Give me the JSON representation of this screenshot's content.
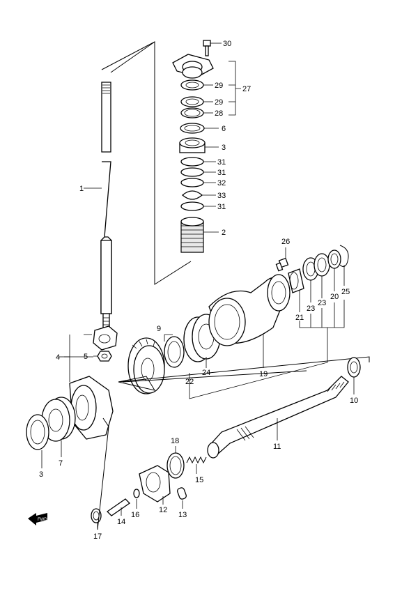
{
  "diagram": {
    "callouts": {
      "c1": "1",
      "c2": "2",
      "c3a": "3",
      "c3b": "3",
      "c4": "4",
      "c5": "5",
      "c6": "6",
      "c7": "7",
      "c9": "9",
      "c10": "10",
      "c11": "11",
      "c12": "12",
      "c13": "13",
      "c14": "14",
      "c15": "15",
      "c16": "16",
      "c17": "17",
      "c18": "18",
      "c19": "19",
      "c20": "20",
      "c21": "21",
      "c22": "22",
      "c23a": "23",
      "c23b": "23",
      "c24": "24",
      "c25": "25",
      "c26": "26",
      "c27": "27",
      "c28": "28",
      "c29a": "29",
      "c29b": "29",
      "c30": "30",
      "c31a": "31",
      "c31b": "31",
      "c31c": "31",
      "c32": "32",
      "c33": "33"
    },
    "direction_marker": "FWD"
  }
}
